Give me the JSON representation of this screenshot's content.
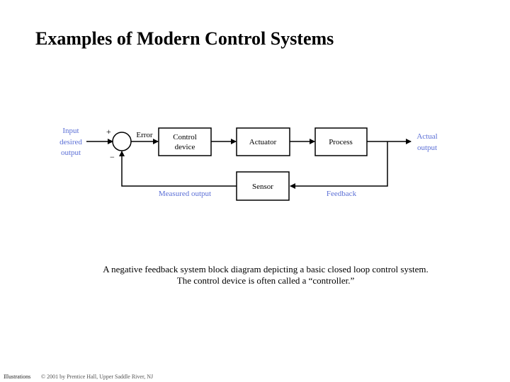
{
  "slide": {
    "title": "Examples of Modern Control Systems"
  },
  "diagram": {
    "input_label": [
      "Input",
      "desired",
      "output"
    ],
    "plus_sign": "+",
    "minus_sign": "−",
    "error_label": "Error",
    "control_device": [
      "Control",
      "device"
    ],
    "actuator": "Actuator",
    "process": "Process",
    "actual_output": [
      "Actual",
      "output"
    ],
    "sensor": "Sensor",
    "measured_output": "Measured output",
    "feedback": "Feedback"
  },
  "caption": {
    "line1": "A negative feedback system block diagram depicting a basic closed loop control system.",
    "line2": "The control device is often called a “controller.”"
  },
  "footer": {
    "left": "Illustrations",
    "right": "© 2001 by Prentice Hall, Upper Saddle River, NJ"
  },
  "colors": {
    "label_blue": "#5b6fd6",
    "line": "#000000"
  }
}
